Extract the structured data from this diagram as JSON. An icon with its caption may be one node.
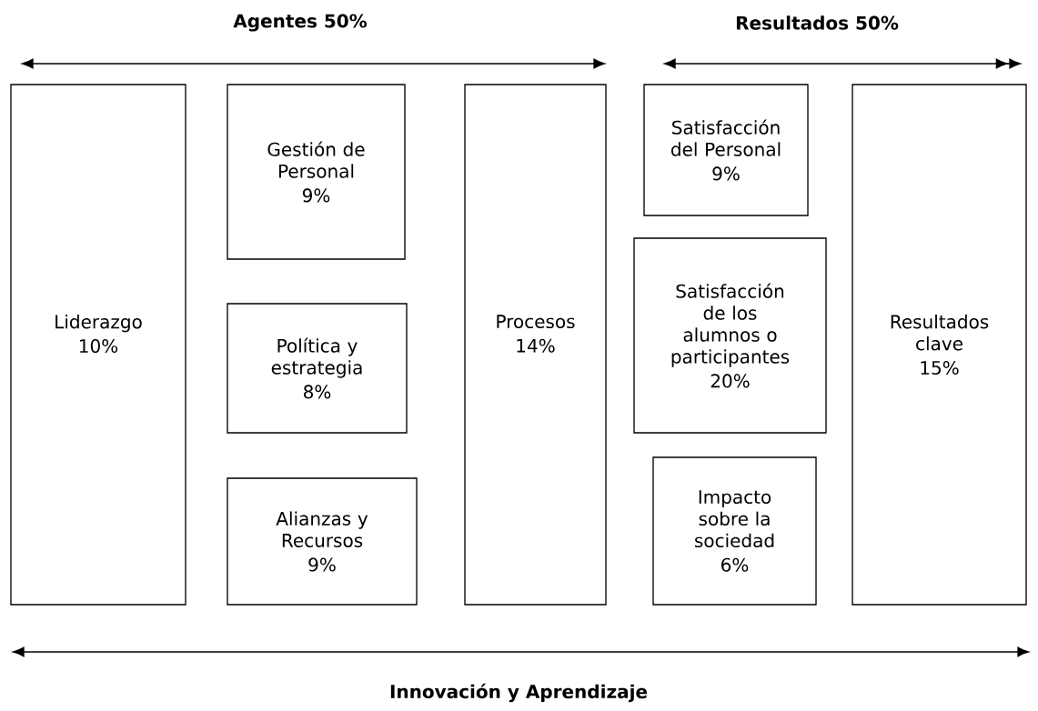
{
  "diagram": {
    "nodes": [
      {
        "text": [
          "Liderazgo",
          "10%"
        ]
      },
      {
        "text": [
          "Gestión de Personal",
          "9%"
        ]
      },
      {
        "text": [
          "Política y estrategia",
          "8%"
        ]
      },
      {
        "text": [
          "Alianzas y Recursos",
          "9%"
        ]
      },
      {
        "text": [
          "Procesos",
          "14%"
        ]
      },
      {
        "text": [
          "Satisfacción del Personal",
          "9%"
        ]
      },
      {
        "text": [
          "Satisfacción de los alumnos o participantes",
          "20%"
        ]
      },
      {
        "text": [
          "Impacto sobre la sociedad",
          "6%"
        ]
      },
      {
        "text": [
          "Resultados clave",
          "15%"
        ]
      }
    ],
    "labels": [
      "Agentes 50%",
      "Resultados 50%",
      "Innovación y Aprendizaje"
    ]
  }
}
